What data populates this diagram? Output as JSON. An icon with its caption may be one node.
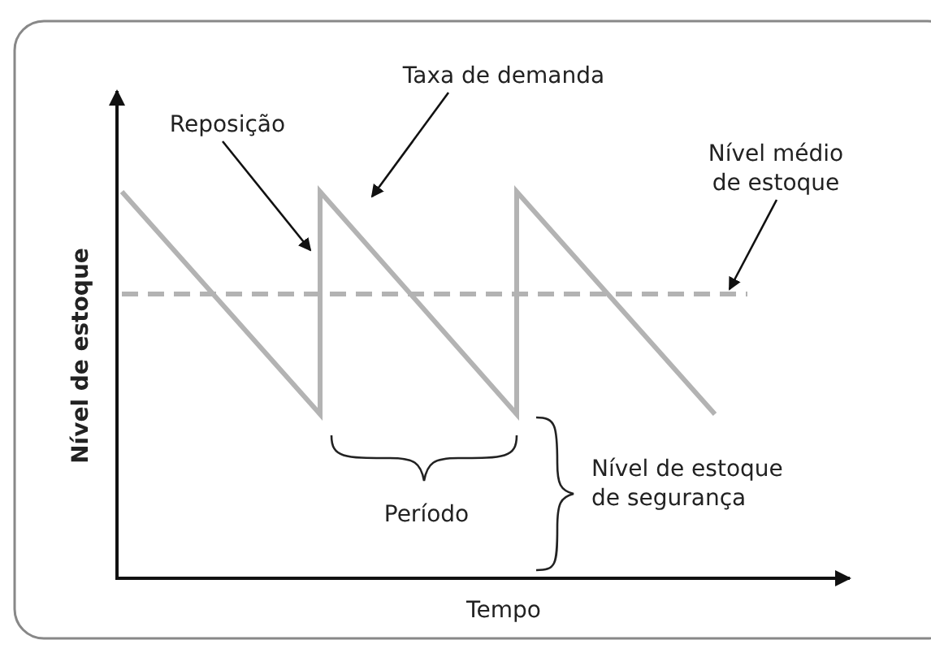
{
  "diagram": {
    "nodes": [
      {
        "text": [
          "Reposição"
        ]
      },
      {
        "text": [
          "Taxa de demanda"
        ]
      },
      {
        "text": [
          "Nível médio de estoque"
        ]
      }
    ],
    "edges": [
      {
        "from": 0,
        "to": null,
        "arrow": "to"
      },
      {
        "from": 1,
        "to": null,
        "arrow": "to"
      },
      {
        "from": 2,
        "to": null,
        "arrow": "to"
      }
    ],
    "labels": [
      "Período",
      "Nível de estoque de segurança",
      "Nível de estoque",
      "Tempo"
    ]
  }
}
